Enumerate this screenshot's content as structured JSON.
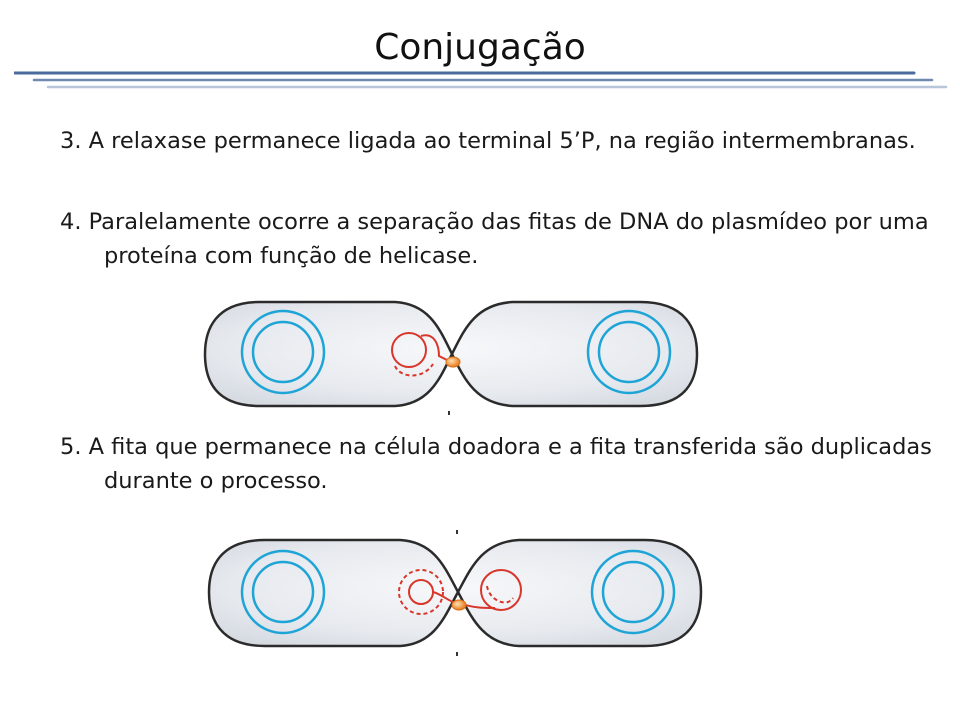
{
  "slide": {
    "title": "Conjugação",
    "points": [
      {
        "number": "3.",
        "text": "A relaxase permanece ligada ao terminal 5’P, na região intermembranas."
      },
      {
        "number": "4.",
        "text": "Paralelamente ocorre a separação das fitas de DNA do plasmídeo por uma proteína com função de helicase."
      },
      {
        "number": "5. ",
        "text": "A fita que permanece na célula doadora e a fita transferida são duplicadas durante o processo."
      }
    ]
  },
  "colors": {
    "title_rule_dark": "#4a6b9c",
    "title_rule_light": "#b8c6da",
    "cell_fill": "#e6e9ee",
    "cell_outline": "#2b2b2b",
    "chromosome": "#1ea4d6",
    "plasmid": "#d9362b",
    "relaxase": "#f08a24"
  },
  "figures": [
    {
      "icons": [
        "donor-cell",
        "recipient-cell",
        "chromosome-icon",
        "plasmid-icon",
        "relaxase-icon"
      ]
    },
    {
      "icons": [
        "donor-cell",
        "recipient-cell",
        "chromosome-icon",
        "plasmid-icon",
        "relaxase-icon"
      ]
    }
  ]
}
